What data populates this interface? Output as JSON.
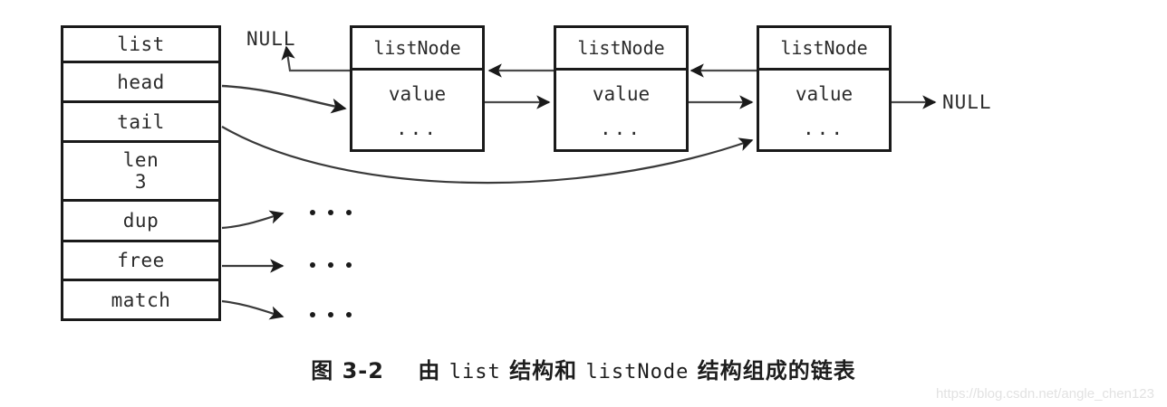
{
  "figure": {
    "caption_prefix": "图 3-2",
    "caption_part1": "由",
    "caption_mono1": "list",
    "caption_part2": "结构和",
    "caption_mono2": "listNode",
    "caption_part3": "结构组成的链表",
    "caption_full": "图 3-2  由 list 结构和 listNode 结构组成的链表",
    "watermark": "https://blog.csdn.net/angle_chen123",
    "line_color": "#1a1a1a",
    "text_color": "#2b2b2b",
    "background": "#ffffff"
  },
  "list_struct": {
    "title": "list",
    "rows": [
      {
        "label": "list",
        "value": ""
      },
      {
        "label": "head",
        "value": ""
      },
      {
        "label": "tail",
        "value": ""
      },
      {
        "label": "len",
        "value": "3"
      },
      {
        "label": "dup",
        "value": ""
      },
      {
        "label": "free",
        "value": ""
      },
      {
        "label": "match",
        "value": ""
      }
    ]
  },
  "nodes": [
    {
      "title": "listNode",
      "value": "value",
      "ellipsis": "..."
    },
    {
      "title": "listNode",
      "value": "value",
      "ellipsis": "..."
    },
    {
      "title": "listNode",
      "value": "value",
      "ellipsis": "..."
    }
  ],
  "labels": {
    "null_left": "NULL",
    "null_right": "NULL"
  },
  "callback_targets": [
    {
      "from": "dup",
      "ellipsis": "..."
    },
    {
      "from": "free",
      "ellipsis": "..."
    },
    {
      "from": "match",
      "ellipsis": "..."
    }
  ]
}
